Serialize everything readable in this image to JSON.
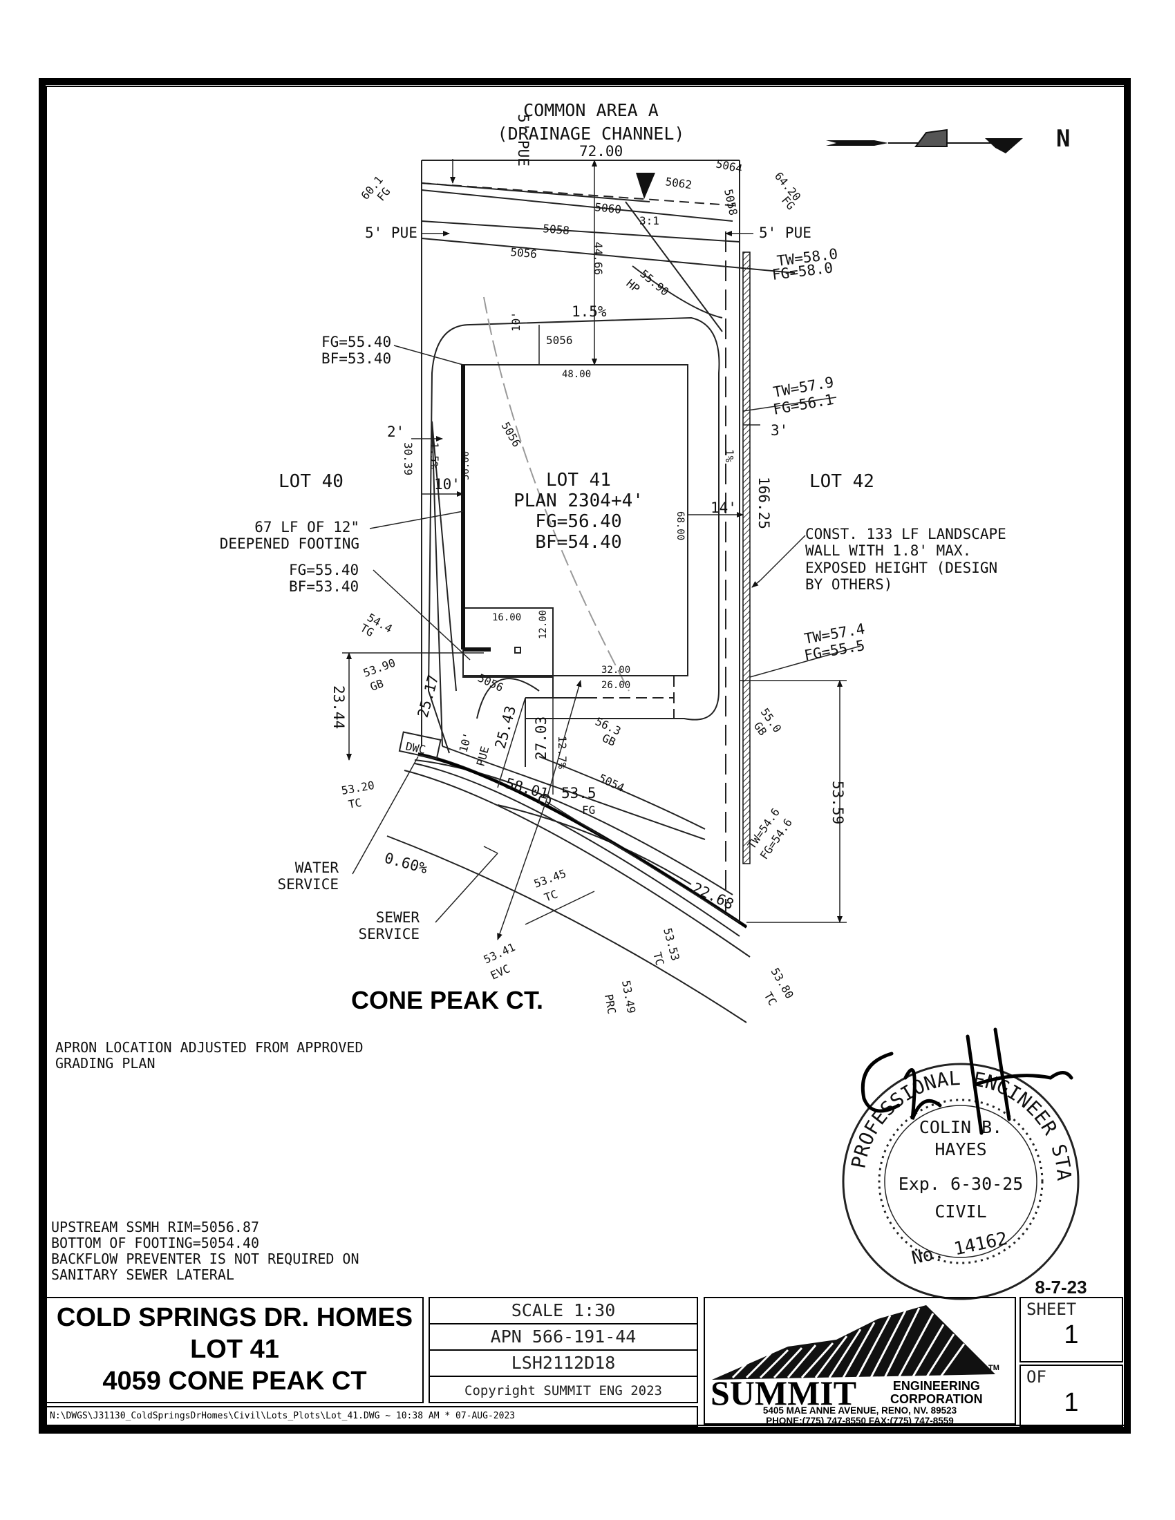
{
  "plan": {
    "common_area": "COMMON AREA A",
    "channel": "(DRAINAGE CHANNEL)",
    "north": "N",
    "lot_left": "LOT 40",
    "lot_right": "LOT 42",
    "lot_main": "LOT 41",
    "plan_name": "PLAN 2304+4'",
    "fg": "FG=56.40",
    "bf": "BF=54.40",
    "street": "CONE PEAK CT.",
    "labels": {
      "pue5_top": "5' PUE",
      "pue5_left": "5' PUE",
      "pue5_right": "5' PUE",
      "dim72": "72.00",
      "c5064": "5064",
      "c5062": "5062",
      "c5060": "5060",
      "c5058a": "5058",
      "c5058b": "5058",
      "c5056a": "5056",
      "c5056b": "5056",
      "c5056c": "5056",
      "c5056d": "5056",
      "c5054": "5054",
      "slope31": "3:1",
      "dim4466": "44.66",
      "hp": "55.90",
      "hp_lbl": "HP",
      "tw58": "TW=58.0",
      "fg58": "FG=58.0",
      "fg601": "60.1",
      "fg601_lbl": "FG",
      "fg6420": "64.20",
      "fg6420_lbl": "FG",
      "pct15": "1.5%",
      "fg5540a": "FG=55.40",
      "bf5340a": "BF=53.40",
      "ten_a": "10'",
      "dim48": "48.00",
      "tw579": "TW=57.9",
      "fg561": "FG=56.1",
      "three": "3'",
      "two": "2'",
      "dim3039": "30.39",
      "pct15b": "1.5%",
      "ten_b": "10'",
      "dim56": "56.00",
      "dim68": "68.00",
      "pct1": "1%",
      "fourteen": "14'",
      "dim16625": "166.25",
      "footing1": "67 LF OF 12\"",
      "footing2": "DEEPENED FOOTING",
      "wall1": "CONST. 133 LF LANDSCAPE",
      "wall2": "WALL WITH 1.8' MAX.",
      "wall3": "EXPOSED HEIGHT (DESIGN",
      "wall4": "BY OTHERS)",
      "fg5540b": "FG=55.40",
      "bf5340b": "BF=53.40",
      "dim16": "16.00",
      "tg544": "54.4",
      "tg544_lbl": "TG",
      "dim12": "12.00",
      "dim32": "32.00",
      "dim26": "26.00",
      "tw574": "TW=57.4",
      "fg555": "FG=55.5",
      "gb539": "53.90",
      "gb539_lbl": "GB",
      "dim2344": "23.44",
      "dim2517": "25.17",
      "gb563": "56.3",
      "gb563_lbl": "GB",
      "gb550": "55.0",
      "gb550_lbl": "GB",
      "dwc": "DWC",
      "pue10": "10'",
      "pue10_lbl": "PUE",
      "dim2543": "25.43",
      "dim2703": "27.03",
      "pct127": "12.7%",
      "dim5359": "53.59",
      "tc5320": "53.20",
      "tc5320_lbl": "TC",
      "dim5801": "58.01",
      "fg535": "53.5",
      "fg535_lbl": "FG",
      "tw546": "TW=54.6",
      "fg546": "FG=54.6",
      "water1": "WATER",
      "water2": "SERVICE",
      "pct060": "0.60%",
      "tc5345": "53.45",
      "tc5345_lbl": "TC",
      "dim2268": "22.68",
      "sewer1": "SEWER",
      "sewer2": "SERVICE",
      "evc5341": "53.41",
      "evc_lbl": "EVC",
      "tc5353": "53.53",
      "tc5353_lbl": "TC",
      "tc5380": "53.80",
      "tc5380_lbl": "TC",
      "prc5349": "53.49",
      "prc_lbl": "PRC"
    }
  },
  "notes": {
    "apron": "APRON LOCATION ADJUSTED FROM APPROVED\nGRADING PLAN",
    "sewer": "UPSTREAM SSMH RIM=5056.87\nBOTTOM OF FOOTING=5054.40\nBACKFLOW PREVENTER IS NOT REQUIRED ON\nSANITARY SEWER LATERAL"
  },
  "seal": {
    "ring_text": "PROFESSIONAL ENGINEER STATE OF NEVADA",
    "name1": "COLIN B.",
    "name2": "HAYES",
    "exp": "Exp. 6-30-25",
    "type": "CIVIL",
    "number": "No. 14162",
    "date": "8-7-23"
  },
  "title_block": {
    "project": "COLD SPRINGS DR. HOMES",
    "lot": "LOT 41",
    "address": "4059 CONE PEAK CT",
    "scale": "SCALE 1:30",
    "apn": "APN 566-191-44",
    "job": "LSH2112D18",
    "copyright": "Copyright SUMMIT ENG 2023",
    "company": "SUMMIT",
    "company_sub1": "ENGINEERING",
    "company_sub2": "CORPORATION",
    "tm": "TM",
    "address_line": "5405 MAE ANNE AVENUE, RENO, NV. 89523",
    "phone_line": "PHONE:(775) 747-8550 FAX:(775) 747-8559",
    "sheet_label": "SHEET",
    "sheet_no": "1",
    "of_label": "OF",
    "of_no": "1",
    "filepath": "N:\\DWGS\\J31130_ColdSpringsDrHomes\\Civil\\Lots_Plots\\Lot_41.DWG ~ 10:38 AM * 07-AUG-2023"
  },
  "colors": {
    "ink": "#111111",
    "line": "#222222",
    "hatch": "#333333"
  }
}
